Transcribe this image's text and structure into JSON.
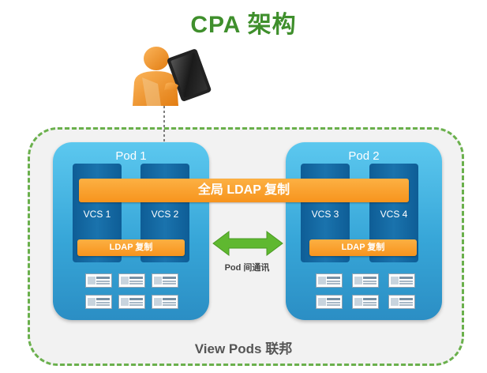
{
  "title": "CPA 架构",
  "federation_label": "View Pods 联邦",
  "global_replication": "全局 LDAP 复制",
  "pod_communication": "Pod 间通讯",
  "pods": [
    {
      "name": "Pod 1",
      "vcs": [
        "VCS 1",
        "VCS 2"
      ],
      "local_replication": "LDAP 复制"
    },
    {
      "name": "Pod 2",
      "vcs": [
        "VCS 3",
        "VCS 4"
      ],
      "local_replication": "LDAP 复制"
    }
  ],
  "colors": {
    "title": "#3f8f2c",
    "federation_border": "#6ab04c",
    "pod": "#37a6d8",
    "vcs": "#0e5d96",
    "replication": "#f7941d",
    "arrow": "#5fb830"
  }
}
